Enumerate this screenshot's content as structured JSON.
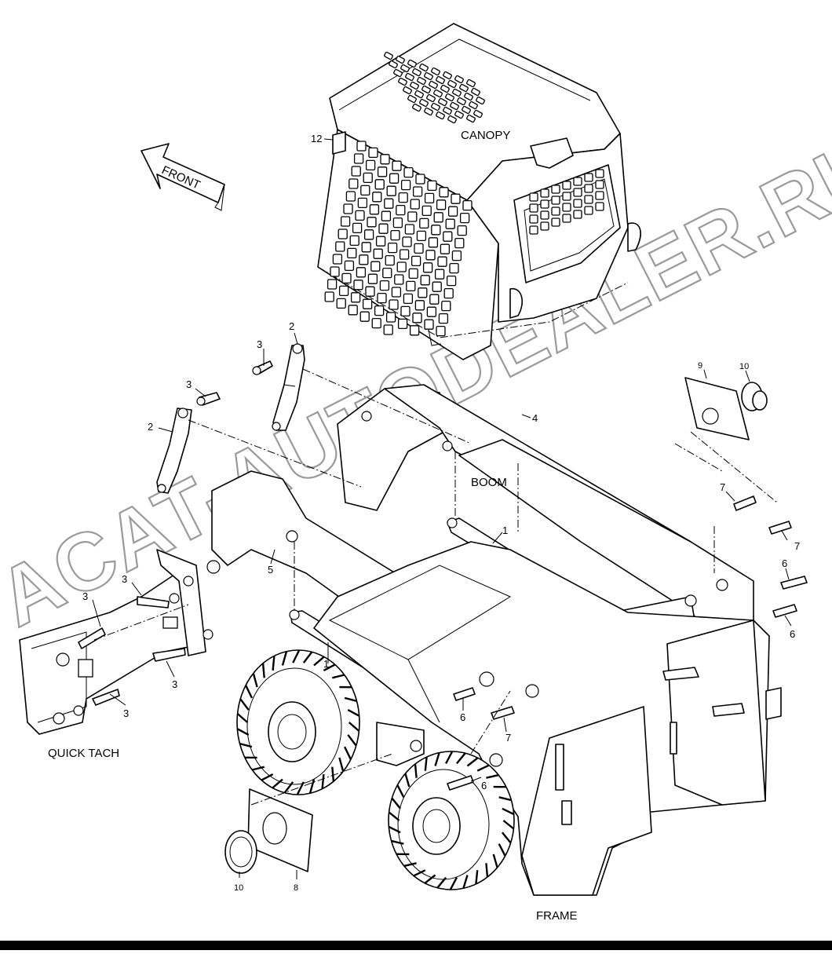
{
  "labels": {
    "canopy": "CANOPY",
    "front": "FRONT",
    "boom": "BOOM",
    "quick_tach": "QUICK TACH",
    "frame": "FRAME"
  },
  "callouts": {
    "c12": "12",
    "c2_upper": "2",
    "c3_upper": "3",
    "c3_left": "3",
    "c2_left": "2",
    "c4": "4",
    "c9": "9",
    "c10_right": "10",
    "c7_top": "7",
    "c7_right": "7",
    "c1_upper": "1",
    "c5": "5",
    "c6_right_a": "6",
    "c6_right_b": "6",
    "c3_qt_a": "3",
    "c3_qt_b": "3",
    "c3_qt_c": "3",
    "c3_qt_d": "3",
    "c1_lower": "1",
    "c6_mid": "6",
    "c7_mid": "7",
    "c6_lower": "6",
    "c10_left": "10",
    "c8": "8"
  },
  "watermark": "ACAT-AUTODEALER.RU"
}
